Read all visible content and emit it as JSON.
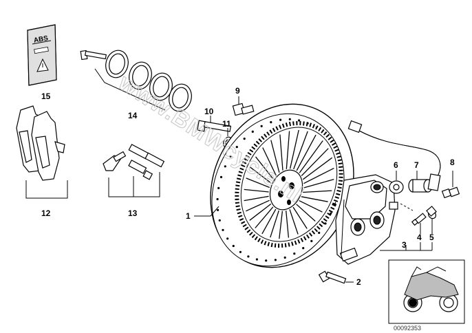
{
  "diagram": {
    "watermark": "www.BMWcycle.nl",
    "diagram_number": "00092353",
    "abs_label": "ABS",
    "callouts": {
      "c1": "1",
      "c2": "2",
      "c3": "3",
      "c4": "4",
      "c5": "5",
      "c6": "6",
      "c7": "7",
      "c8": "8",
      "c9": "9",
      "c10": "10",
      "c11": "11",
      "c12": "12",
      "c13": "13",
      "c14": "14",
      "c15": "15"
    }
  }
}
